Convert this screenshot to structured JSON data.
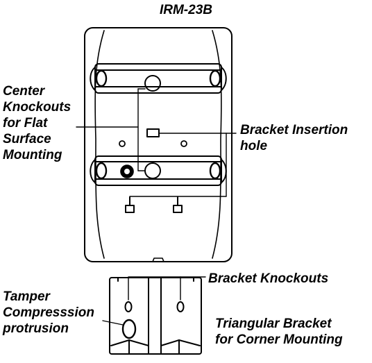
{
  "title": "IRM-23B",
  "labels": {
    "center_knockouts": "Center\nKnockouts\nfor Flat\nSurface\nMounting",
    "bracket_insertion_hole": "Bracket Insertion\nhole",
    "bracket_knockouts": "Bracket Knockouts",
    "tamper_protrusion": "Tamper\nCompresssion\nprotrusion",
    "triangular_bracket": "Triangular Bracket\nfor Corner Mounting"
  }
}
